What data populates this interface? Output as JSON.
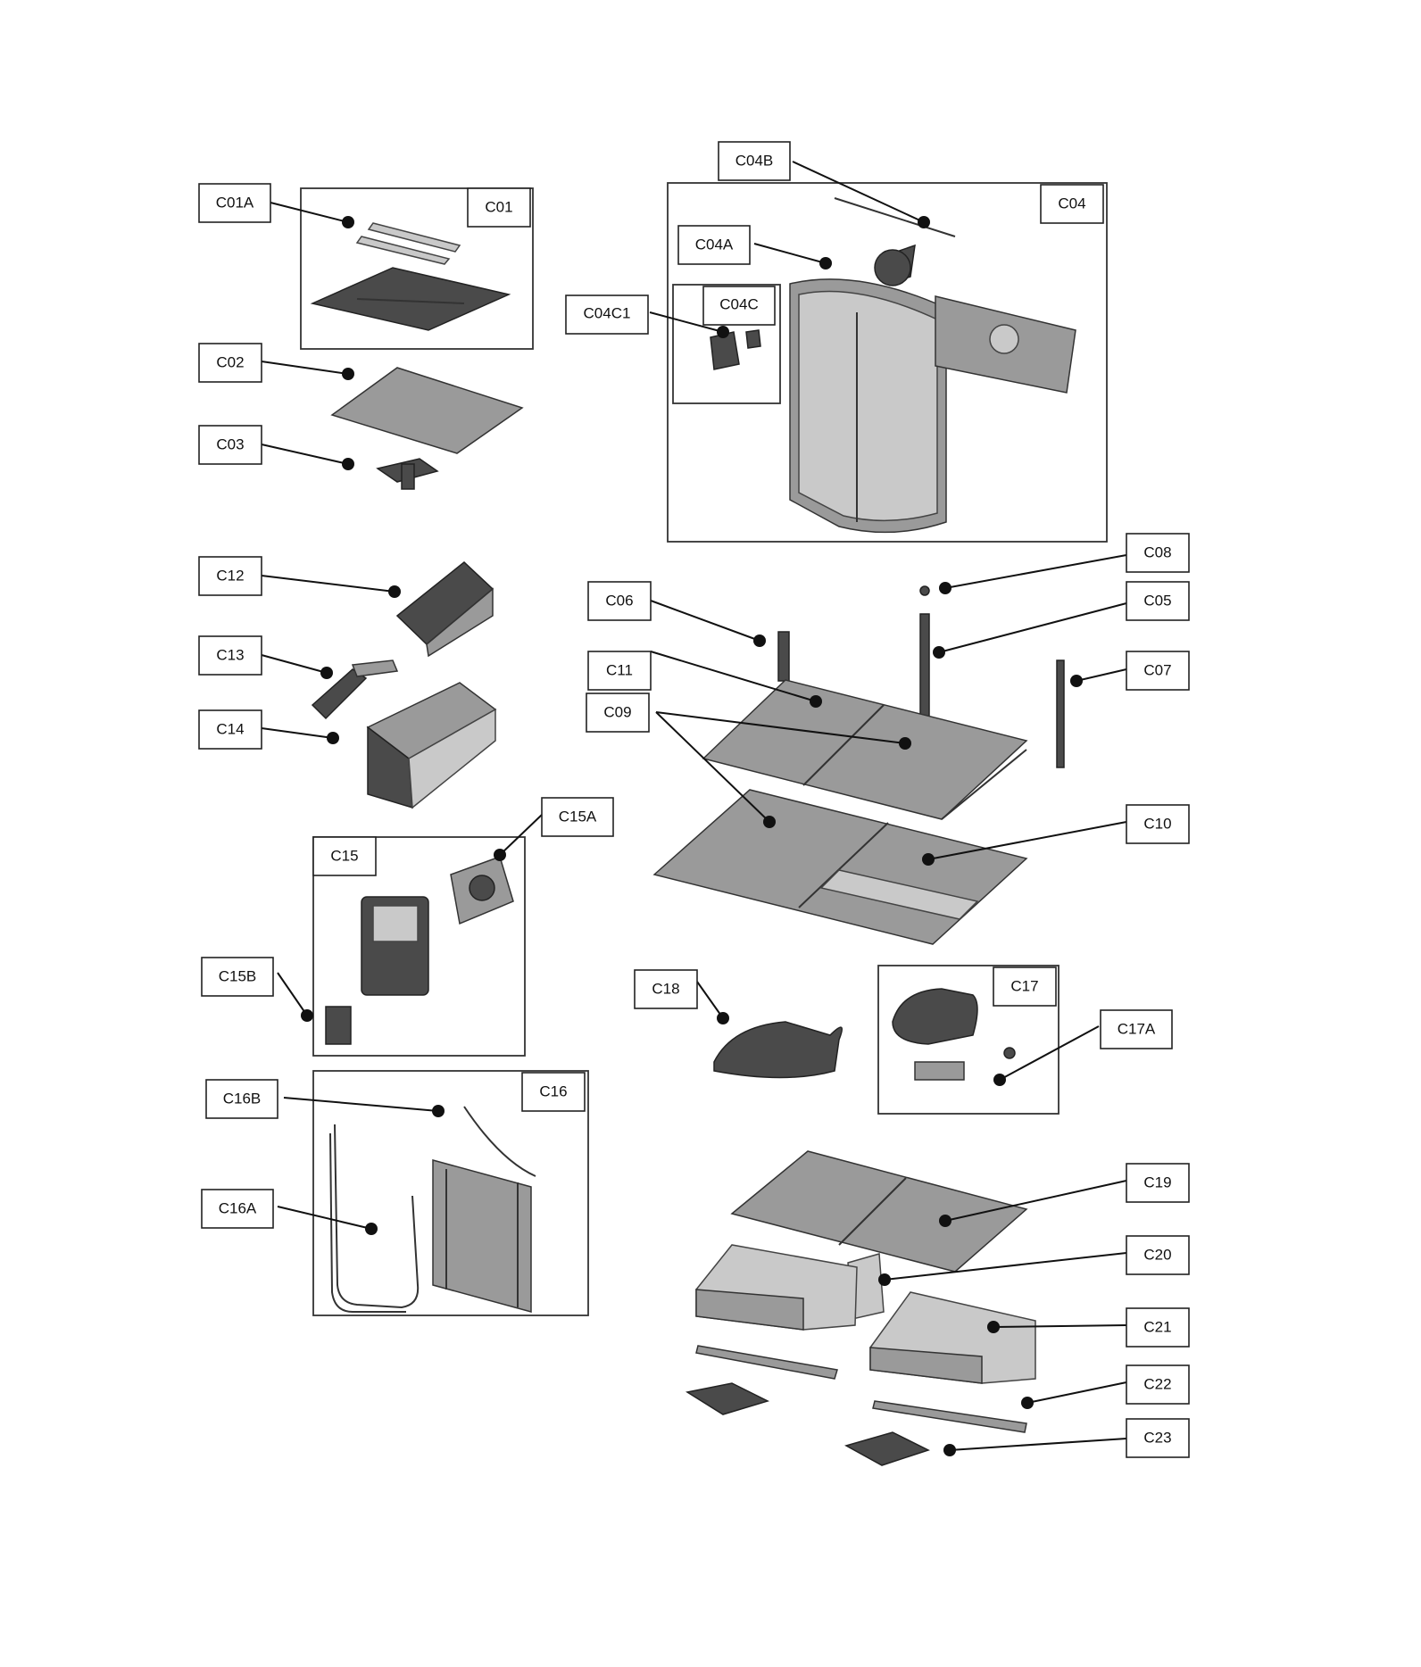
{
  "labels": {
    "C01A": "C01A",
    "C01": "C01",
    "C02": "C02",
    "C03": "C03",
    "C04B": "C04B",
    "C04": "C04",
    "C04A": "C04A",
    "C04C": "C04C",
    "C04C1": "C04C1",
    "C12": "C12",
    "C13": "C13",
    "C14": "C14",
    "C15A": "C15A",
    "C15": "C15",
    "C15B": "C15B",
    "C16": "C16",
    "C16B": "C16B",
    "C16A": "C16A",
    "C08": "C08",
    "C06": "C06",
    "C05": "C05",
    "C11": "C11",
    "C07": "C07",
    "C09": "C09",
    "C10": "C10",
    "C18": "C18",
    "C17": "C17",
    "C17A": "C17A",
    "C19": "C19",
    "C20": "C20",
    "C21": "C21",
    "C22": "C22",
    "C23": "C23"
  }
}
